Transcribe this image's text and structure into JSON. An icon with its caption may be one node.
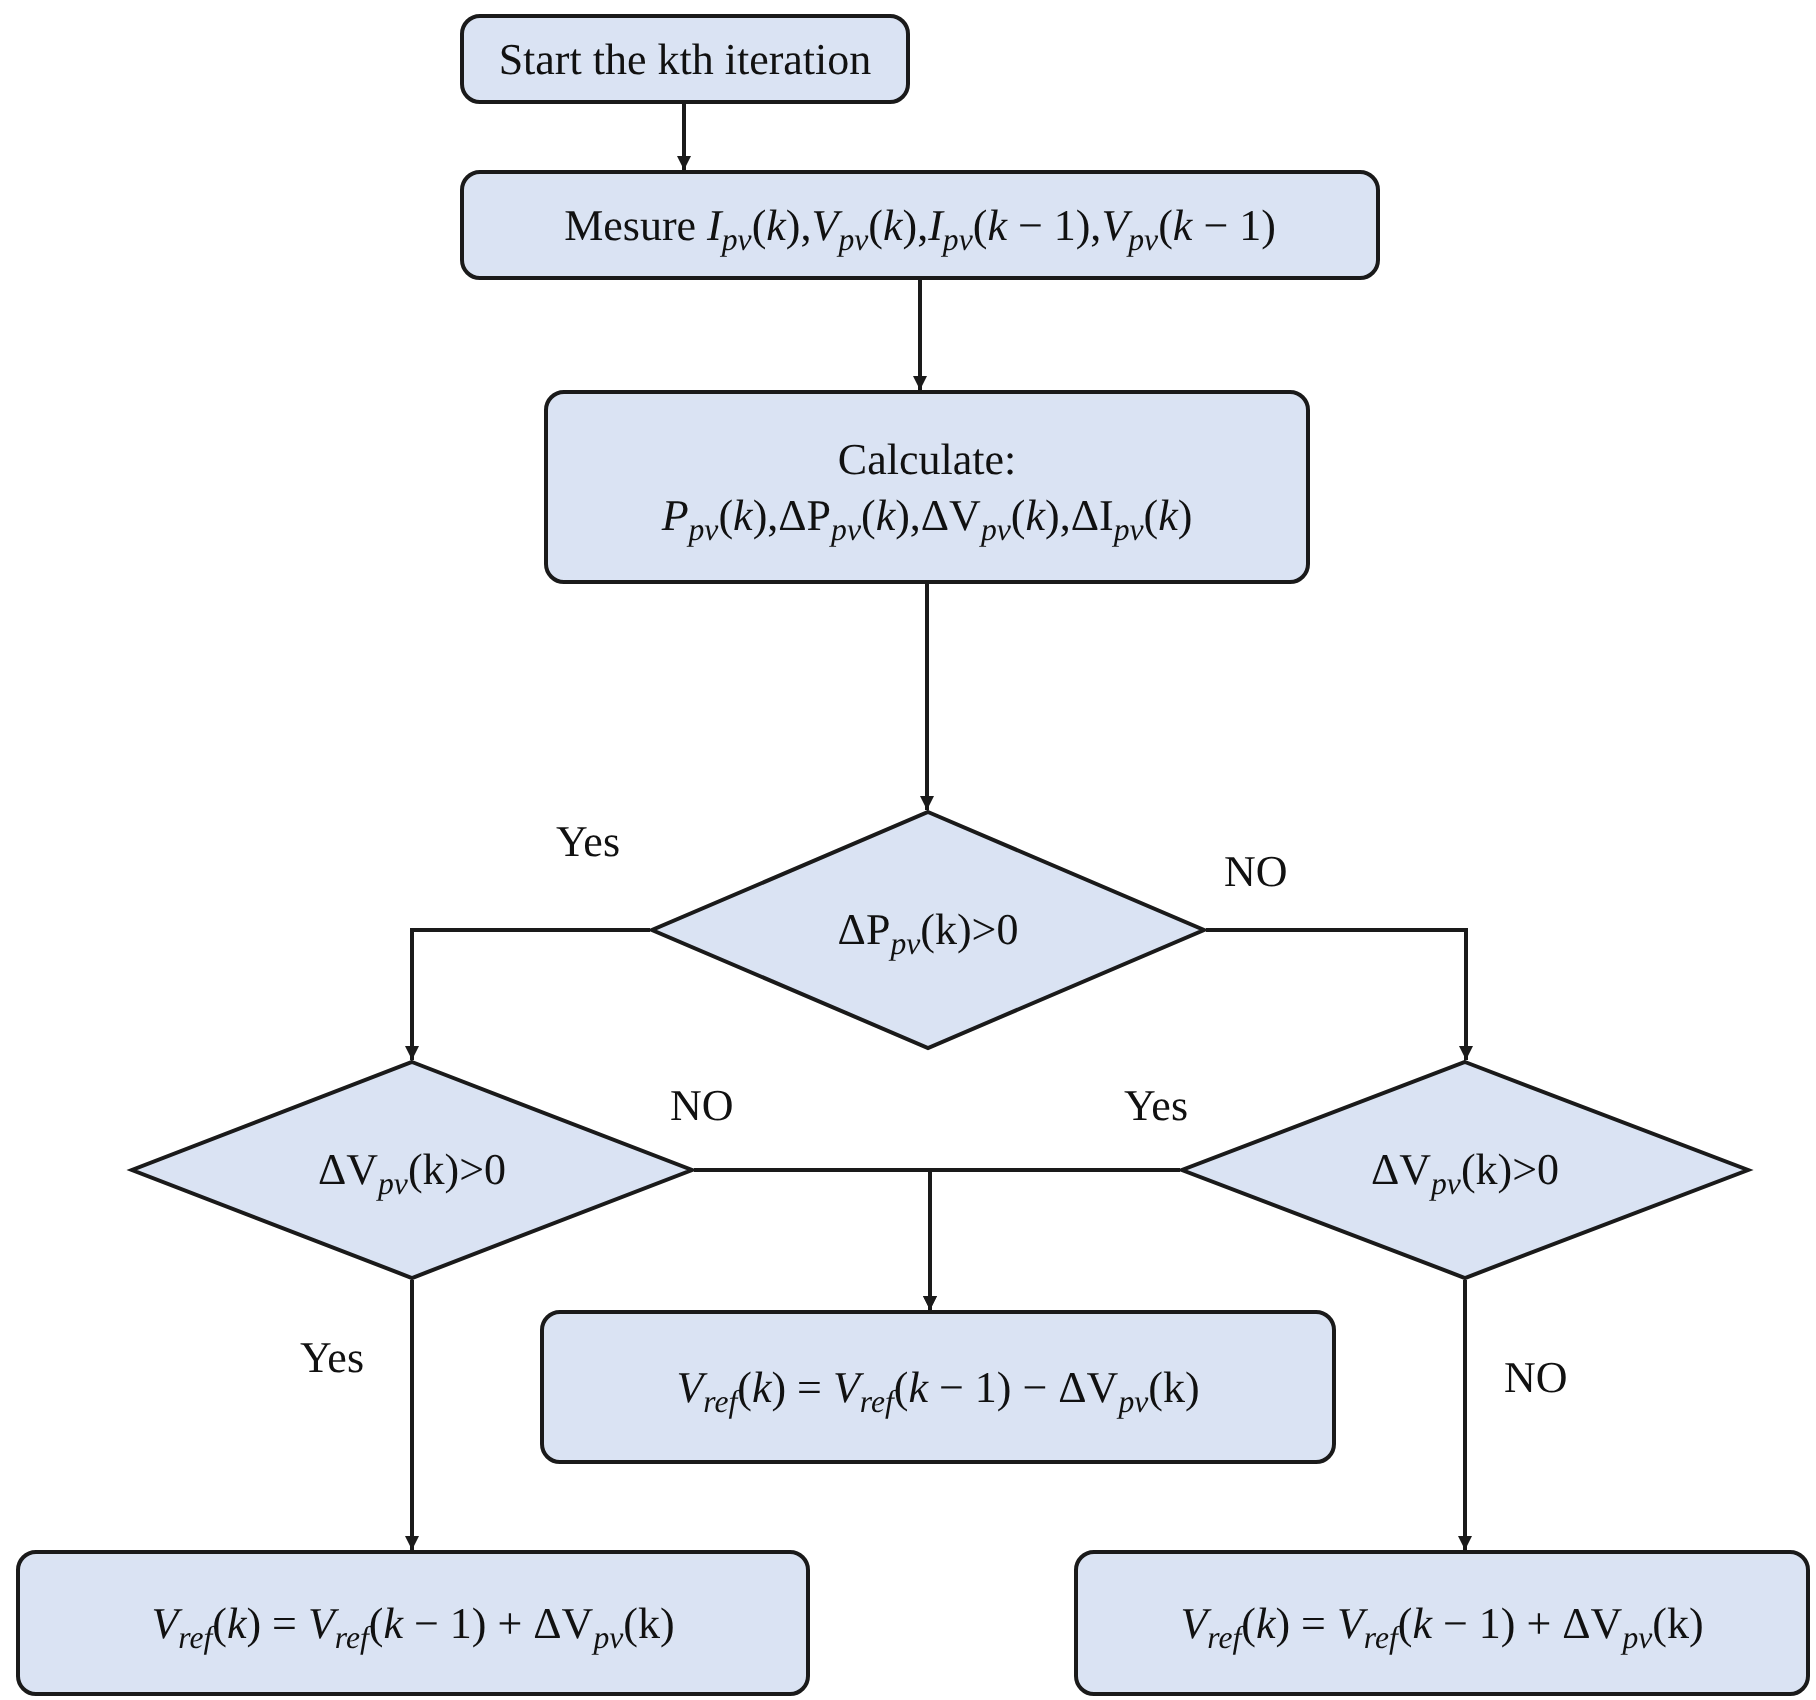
{
  "diagram": {
    "nodes": [
      {
        "text": [
          "Start the kth iteration"
        ]
      },
      {
        "text": [
          "Mesure *I*$_{pv}$(*k*),*V*$_{pv}$(*k*),*I*$_{pv}$(*k* − 1),*V*$_{pv}$(*k* − 1)"
        ]
      },
      {
        "text": [
          "Calculate:",
          "*P*$_{pv}$(*k*),ΔP$_{pv}$(*k*),ΔV$_{pv}$(*k*),ΔI$_{pv}$(*k*)"
        ]
      },
      {
        "text": [
          "ΔP$_{pv}$(k)>0"
        ]
      },
      {
        "text": [
          "ΔV$_{pv}$(k)>0"
        ]
      },
      {
        "text": [
          "ΔV$_{pv}$(k)>0"
        ]
      },
      {
        "text": [
          "*V*$_{ref}$(*k*) = *V*$_{ref}$(*k* − 1) − ΔV$_{pv}$(k)"
        ]
      },
      {
        "text": [
          "*V*$_{ref}$(*k*) = *V*$_{ref}$(*k* − 1) + ΔV$_{pv}$(k)"
        ]
      },
      {
        "text": [
          "*V*$_{ref}$(*k*) = *V*$_{ref}$(*k* − 1) + ΔV$_{pv}$(k)"
        ]
      }
    ],
    "edges": [
      {
        "from": 0,
        "to": 1,
        "arrow": "to"
      },
      {
        "from": 1,
        "to": 2,
        "arrow": "to"
      },
      {
        "from": 2,
        "to": 3,
        "arrow": "to"
      },
      {
        "from": 3,
        "to": 4,
        "arrow": "to",
        "label": "Yes"
      },
      {
        "from": 3,
        "to": 5,
        "arrow": "to",
        "label": "NO"
      },
      {
        "from": 4,
        "to": 6,
        "arrow": "to",
        "label": "NO"
      },
      {
        "from": 5,
        "to": 6,
        "arrow": "to",
        "label": "Yes"
      },
      {
        "from": 4,
        "to": 7,
        "arrow": "to",
        "label": "Yes"
      },
      {
        "from": 5,
        "to": 8,
        "arrow": "to",
        "label": "NO"
      }
    ]
  }
}
